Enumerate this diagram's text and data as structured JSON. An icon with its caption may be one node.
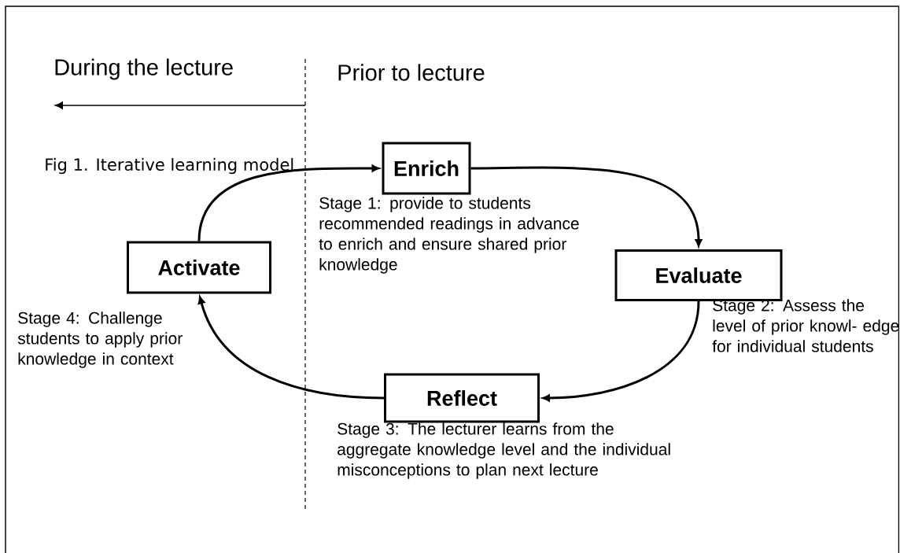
{
  "diagram": {
    "title": "Fig 1. Iterative learning model",
    "nodes": [
      {
        "text": [
          "Enrich"
        ],
        "beside": [
          "Stage 1: provide to students recommended readings in advance to enrich and ensure shared prior knowledge"
        ]
      },
      {
        "text": [
          "Activate"
        ],
        "beside": [
          "Stage 4: Challenge students to apply prior knowledge in context"
        ]
      },
      {
        "text": [
          "Evaluate"
        ],
        "beside": [
          "Stage 2: Assess the level of prior knowl- edge for individual students"
        ]
      },
      {
        "text": [
          "Reflect"
        ],
        "beside": [
          "Stage 3: The lecturer learns from the aggregate knowledge level and the individual misconceptions to plan next lecture"
        ]
      }
    ],
    "edges": [
      {
        "from": 1,
        "to": 0,
        "arrow": "to"
      },
      {
        "from": 0,
        "to": 2,
        "arrow": "to"
      },
      {
        "from": 2,
        "to": 3,
        "arrow": "to"
      },
      {
        "from": 3,
        "to": 1,
        "arrow": "to"
      }
    ],
    "labels": [
      "During the lecture",
      "Prior to lecture"
    ]
  }
}
